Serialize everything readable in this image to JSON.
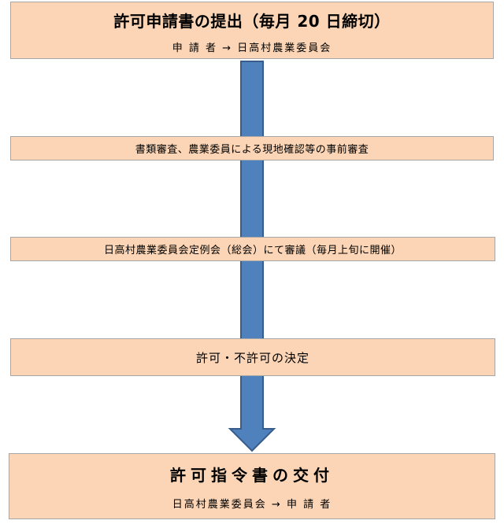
{
  "colors": {
    "box_fill": "#fbd5b5",
    "box_border": "#a6a6a6",
    "arrow_fill": "#4f81bd",
    "arrow_border": "#385d8a"
  },
  "steps": [
    {
      "title": "許可申請書の提出（毎月 20 日締切）",
      "subtitle": "申 請 者 → 日高村農業委員会"
    },
    {
      "text": "書類審査、農業委員による現地確認等の事前審査"
    },
    {
      "text": "日高村農業委員会定例会（総会）にて審議（毎月上旬に開催）"
    },
    {
      "text": "許可・不許可の決定"
    },
    {
      "title": "許可指令書の交付",
      "subtitle": "日高村農業委員会 → 申 請 者"
    }
  ]
}
